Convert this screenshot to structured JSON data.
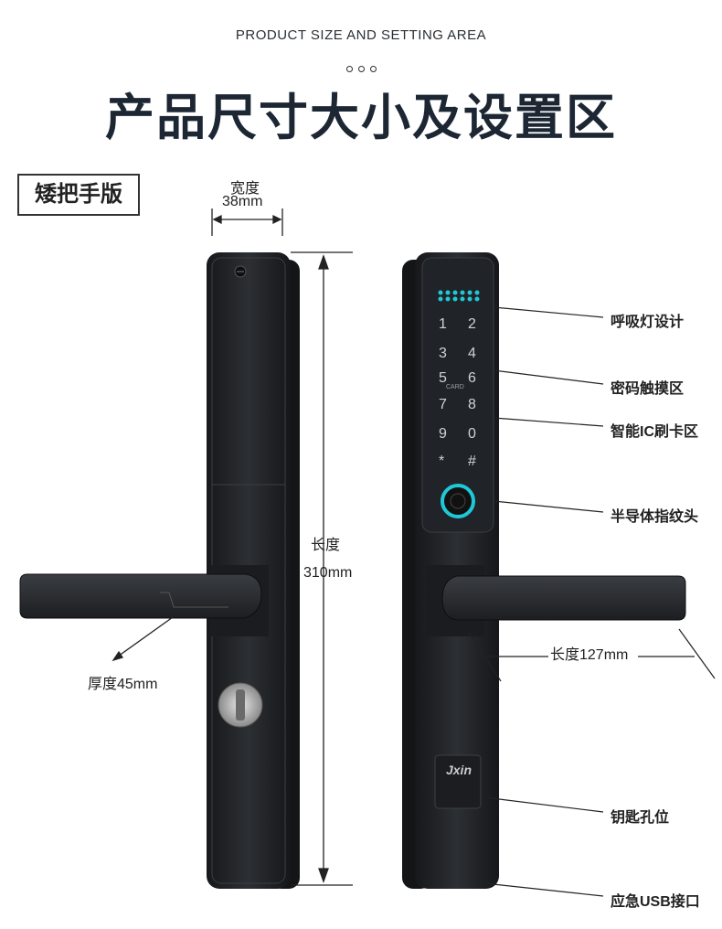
{
  "header": {
    "subtitle": "PRODUCT SIZE AND SETTING AREA",
    "title": "产品尺寸大小及设置区"
  },
  "variant_label": "矮把手版",
  "dimensions": {
    "width_label": "宽度",
    "width_value": "38mm",
    "length_label": "长度",
    "length_value": "310mm",
    "thickness": "厚度45mm",
    "handle_length": "长度127mm"
  },
  "features": {
    "breathing_light": "呼吸灯设计",
    "password_area": "密码触摸区",
    "ic_card_area": "智能IC刷卡区",
    "fingerprint": "半导体指纹头",
    "key_hole": "钥匙孔位",
    "usb_port": "应急USB接口"
  },
  "keypad": {
    "keys": [
      "1",
      "2",
      "3",
      "4",
      "5",
      "6",
      "7",
      "8",
      "9",
      "0",
      "*",
      "#"
    ],
    "card_text": "CARD"
  },
  "brand": "Jxin",
  "colors": {
    "body": "#1f2226",
    "panel": "#2a2d31",
    "accent": "#1fc8d8",
    "text": "#222222"
  }
}
